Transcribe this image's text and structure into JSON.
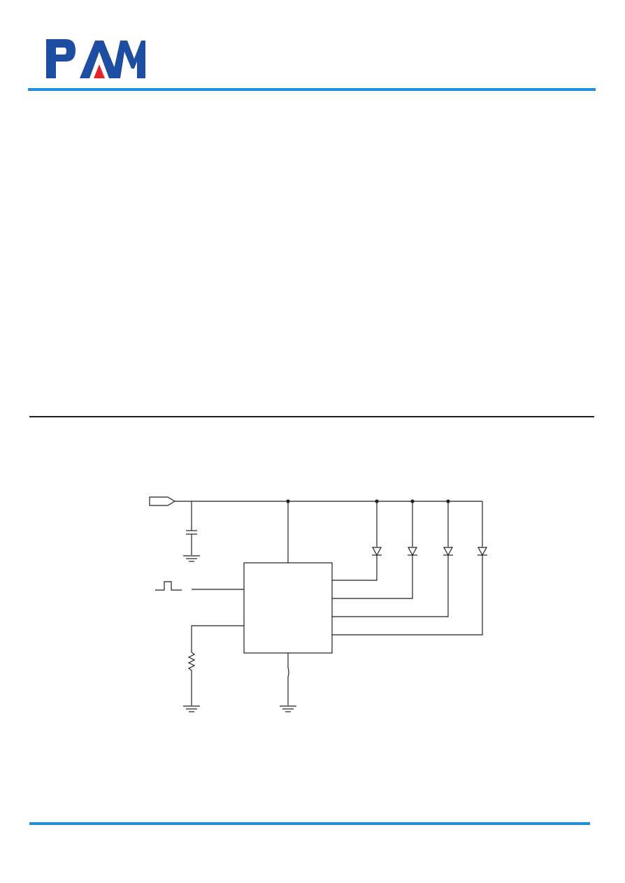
{
  "header": {
    "logo": {
      "text": "PAM",
      "colors": {
        "primary": "#1e4ea1",
        "accent": "#e2252b"
      }
    }
  },
  "colors": {
    "rule_blue": "#1f8fd6",
    "rule_black": "#231f20"
  },
  "schematic": {
    "led_count": 4,
    "components": [
      "input-connector",
      "input-capacitor",
      "pwm-signal",
      "set-resistor",
      "driver-ic",
      "ground-symbols",
      "leds"
    ]
  }
}
